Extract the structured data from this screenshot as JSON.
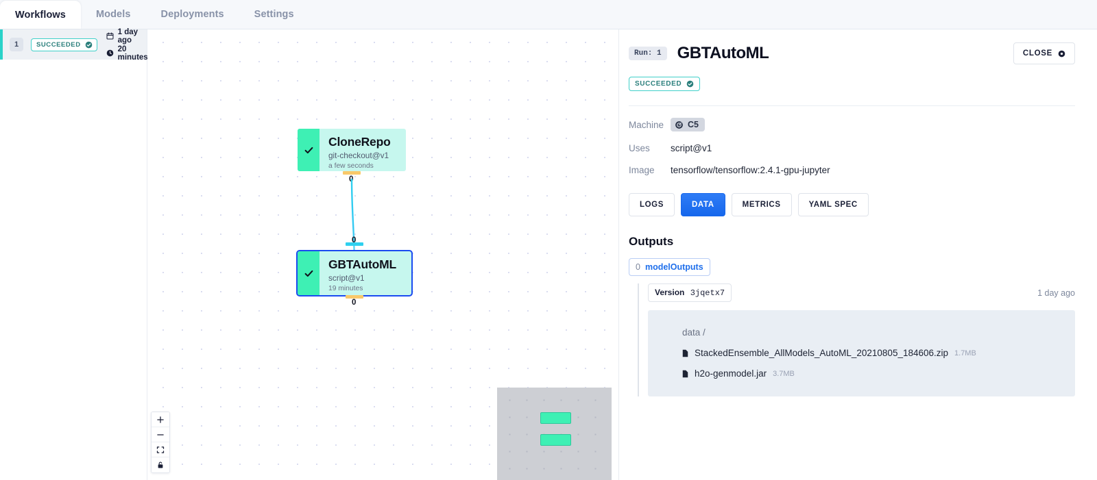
{
  "tabs": [
    {
      "label": "Workflows",
      "active": true
    },
    {
      "label": "Models",
      "active": false
    },
    {
      "label": "Deployments",
      "active": false
    },
    {
      "label": "Settings",
      "active": false
    }
  ],
  "run_list": {
    "rows": [
      {
        "number": "1",
        "status": "SUCCEEDED",
        "age": "1 day ago",
        "duration": "20 minutes",
        "calendar_icon": "calendar-icon",
        "clock_icon": "clock-icon",
        "check_icon": "check-circle-icon"
      }
    ]
  },
  "canvas": {
    "nodes": [
      {
        "title": "CloneRepo",
        "uses": "git-checkout@v1",
        "time": "a few seconds",
        "selected": false,
        "status_icon": "check-icon"
      },
      {
        "title": "GBTAutoML",
        "uses": "script@v1",
        "time": "19 minutes",
        "selected": true,
        "status_icon": "check-icon"
      }
    ],
    "edge_labels": [
      "0",
      "0",
      "0"
    ],
    "controls": [
      {
        "name": "zoom-in-button",
        "icon": "plus-icon"
      },
      {
        "name": "zoom-out-button",
        "icon": "minus-icon"
      },
      {
        "name": "fit-view-button",
        "icon": "fit-screen-icon"
      },
      {
        "name": "lock-button",
        "icon": "lock-icon"
      }
    ]
  },
  "panel": {
    "run_chip": "Run: 1",
    "title": "GBTAutoML",
    "close_label": "CLOSE",
    "close_icon": "close-circle-icon",
    "status": "SUCCEEDED",
    "status_icon": "check-circle-icon",
    "fields": [
      {
        "key": "Machine",
        "value": "C5",
        "type": "chip",
        "icon": "cpu-chip-icon"
      },
      {
        "key": "Uses",
        "value": "script@v1",
        "type": "text"
      },
      {
        "key": "Image",
        "value": "tensorflow/tensorflow:2.4.1-gpu-jupyter",
        "type": "text"
      }
    ],
    "buttons": [
      {
        "label": "LOGS",
        "active": false
      },
      {
        "label": "DATA",
        "active": true
      },
      {
        "label": "METRICS",
        "active": false
      },
      {
        "label": "YAML SPEC",
        "active": false
      }
    ],
    "outputs": {
      "heading": "Outputs",
      "badge_count": "0",
      "badge_name": "modelOutputs",
      "version_label": "Version",
      "version_value": "3jqetx7",
      "version_age": "1 day ago",
      "directory": "data /",
      "files": [
        {
          "name": "StackedEnsemble_AllModels_AutoML_20210805_184606.zip",
          "size": "1.7MB",
          "icon": "file-icon"
        },
        {
          "name": "h2o-genmodel.jar",
          "size": "3.7MB",
          "icon": "file-icon"
        }
      ]
    }
  },
  "colors": {
    "accent_teal": "#2ad2c9",
    "node_green": "#3ef0b4",
    "node_body": "#c6f7ee",
    "selected_border": "#1a4bf0",
    "primary_blue": "#1667ec",
    "edge_cyan": "#2fd0ef",
    "port_orange": "#f9c96a"
  }
}
